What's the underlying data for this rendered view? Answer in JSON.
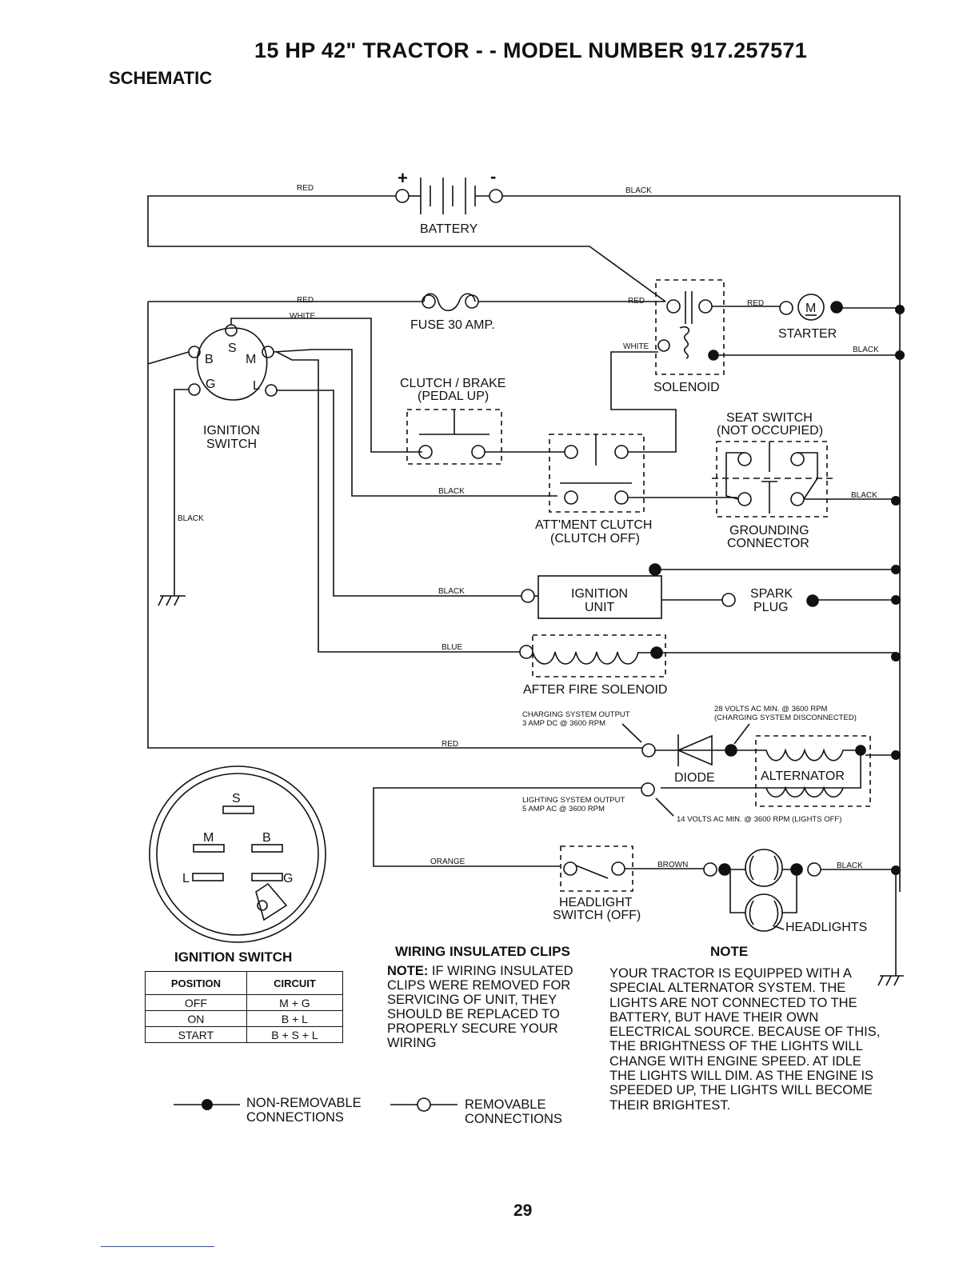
{
  "header": {
    "title": "15 HP 42\" TRACTOR - - MODEL NUMBER 917.257571",
    "subtitle": "SCHEMATIC"
  },
  "components": {
    "battery": "BATTERY",
    "battery_plus": "+",
    "battery_minus": "-",
    "fuse": "FUSE 30 AMP.",
    "starter": "STARTER",
    "starter_m": "M",
    "solenoid": "SOLENOID",
    "ignition_switch_line1": "IGNITION",
    "ignition_switch_line2": "SWITCH",
    "ign_terminals": {
      "s": "S",
      "b": "B",
      "m": "M",
      "g": "G",
      "l": "L"
    },
    "clutch_brake_line1": "CLUTCH / BRAKE",
    "clutch_brake_line2": "(PEDAL UP)",
    "seat_switch_line1": "SEAT SWITCH",
    "seat_switch_line2": "(NOT OCCUPIED)",
    "attment_clutch_line1": "ATT'MENT CLUTCH",
    "attment_clutch_line2": "(CLUTCH OFF)",
    "grounding_line1": "GROUNDING",
    "grounding_line2": "CONNECTOR",
    "ignition_unit_line1": "IGNITION",
    "ignition_unit_line2": "UNIT",
    "spark_plug_line1": "SPARK",
    "spark_plug_line2": "PLUG",
    "after_fire_solenoid": "AFTER FIRE SOLENOID",
    "diode": "DIODE",
    "alternator": "ALTERNATOR",
    "headlight_switch_line1": "HEADLIGHT",
    "headlight_switch_line2": "SWITCH (OFF)",
    "headlights": "HEADLIGHTS"
  },
  "wire_labels": {
    "red": "RED",
    "white": "WHITE",
    "black": "BLACK",
    "blue": "BLUE",
    "orange": "ORANGE",
    "brown": "BROWN"
  },
  "annotations": {
    "charging_line1": "CHARGING SYSTEM OUTPUT",
    "charging_line2": "3 AMP DC @ 3600 RPM",
    "volts28_line1": "28 VOLTS AC MIN. @ 3600 RPM",
    "volts28_line2": "(CHARGING SYSTEM DISCONNECTED)",
    "lighting_line1": "LIGHTING SYSTEM OUTPUT",
    "lighting_line2": "5 AMP AC @ 3600 RPM",
    "volts14": "14 VOLTS AC MIN. @ 3600 RPM (LIGHTS OFF)"
  },
  "ignition_switch_table": {
    "title": "IGNITION SWITCH",
    "headers": [
      "POSITION",
      "CIRCUIT"
    ],
    "rows": [
      [
        "OFF",
        "M + G"
      ],
      [
        "ON",
        "B + L"
      ],
      [
        "START",
        "B + S + L"
      ]
    ]
  },
  "clips": {
    "heading": "WIRING INSULATED CLIPS",
    "note_label": "NOTE:",
    "text": " IF WIRING INSULATED CLIPS WERE REMOVED FOR SERVICING OF UNIT, THEY SHOULD BE REPLACED TO PROPERLY SECURE YOUR WIRING"
  },
  "note": {
    "heading": "NOTE",
    "text": "YOUR TRACTOR IS EQUIPPED WITH A SPECIAL ALTERNATOR SYSTEM. THE LIGHTS ARE NOT CONNECTED TO THE BATTERY, BUT HAVE THEIR OWN ELECTRICAL SOURCE. BECAUSE OF THIS, THE BRIGHTNESS OF THE LIGHTS WILL CHANGE WITH ENGINE SPEED. AT IDLE THE LIGHTS WILL DIM. AS THE ENGINE IS SPEEDED UP, THE LIGHTS WILL BECOME THEIR BRIGHTEST."
  },
  "legend": {
    "non_removable_line1": "NON-REMOVABLE",
    "non_removable_line2": "CONNECTIONS",
    "removable_line1": "REMOVABLE",
    "removable_line2": "CONNECTIONS"
  },
  "page_number": "29"
}
